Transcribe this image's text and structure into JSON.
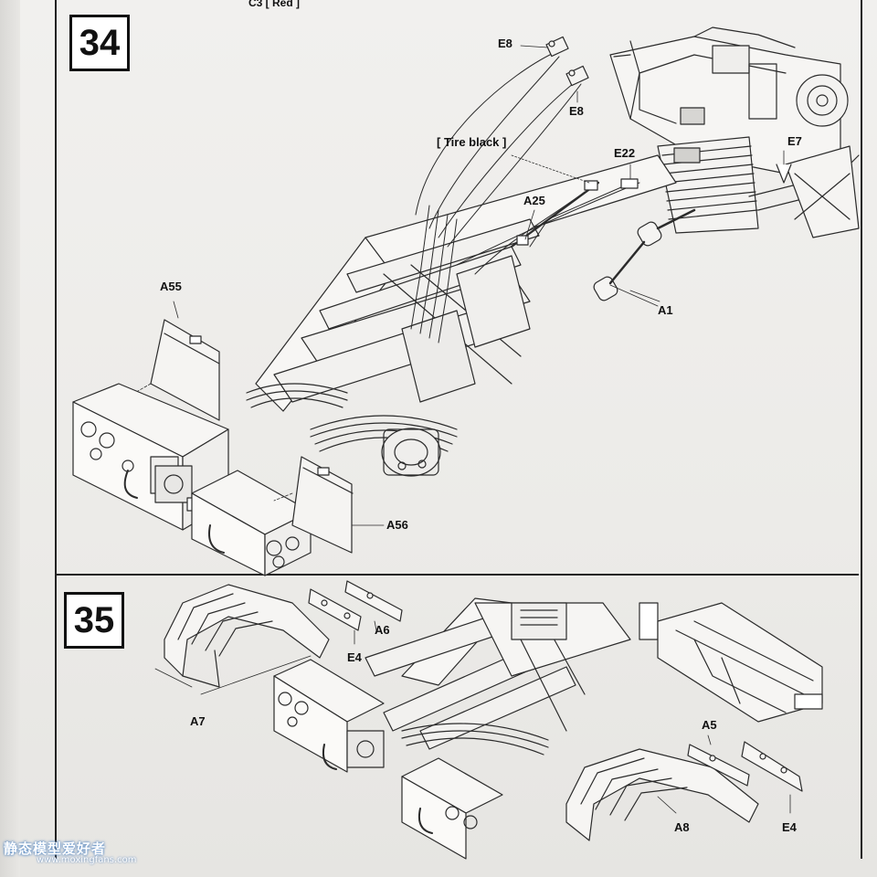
{
  "page": {
    "top_fragment": "C3   [ Red ]"
  },
  "step_34": {
    "number": "34",
    "labels": {
      "e8_top": "E8",
      "e8_mid": "E8",
      "tire_black": "[ Tire black ]",
      "e22": "E22",
      "e7": "E7",
      "a25": "A25",
      "a55": "A55",
      "a1": "A1",
      "a56": "A56"
    }
  },
  "step_35": {
    "number": "35",
    "labels": {
      "a6": "A6",
      "e4_left": "E4",
      "a7": "A7",
      "a5": "A5",
      "a8": "A8",
      "e4_right": "E4"
    }
  },
  "watermark": {
    "title": "静态模型爱好者",
    "url": "www.moxingfans.com"
  },
  "colors": {
    "paper": "#ecebea",
    "ink": "#111111",
    "line": "#333333"
  }
}
